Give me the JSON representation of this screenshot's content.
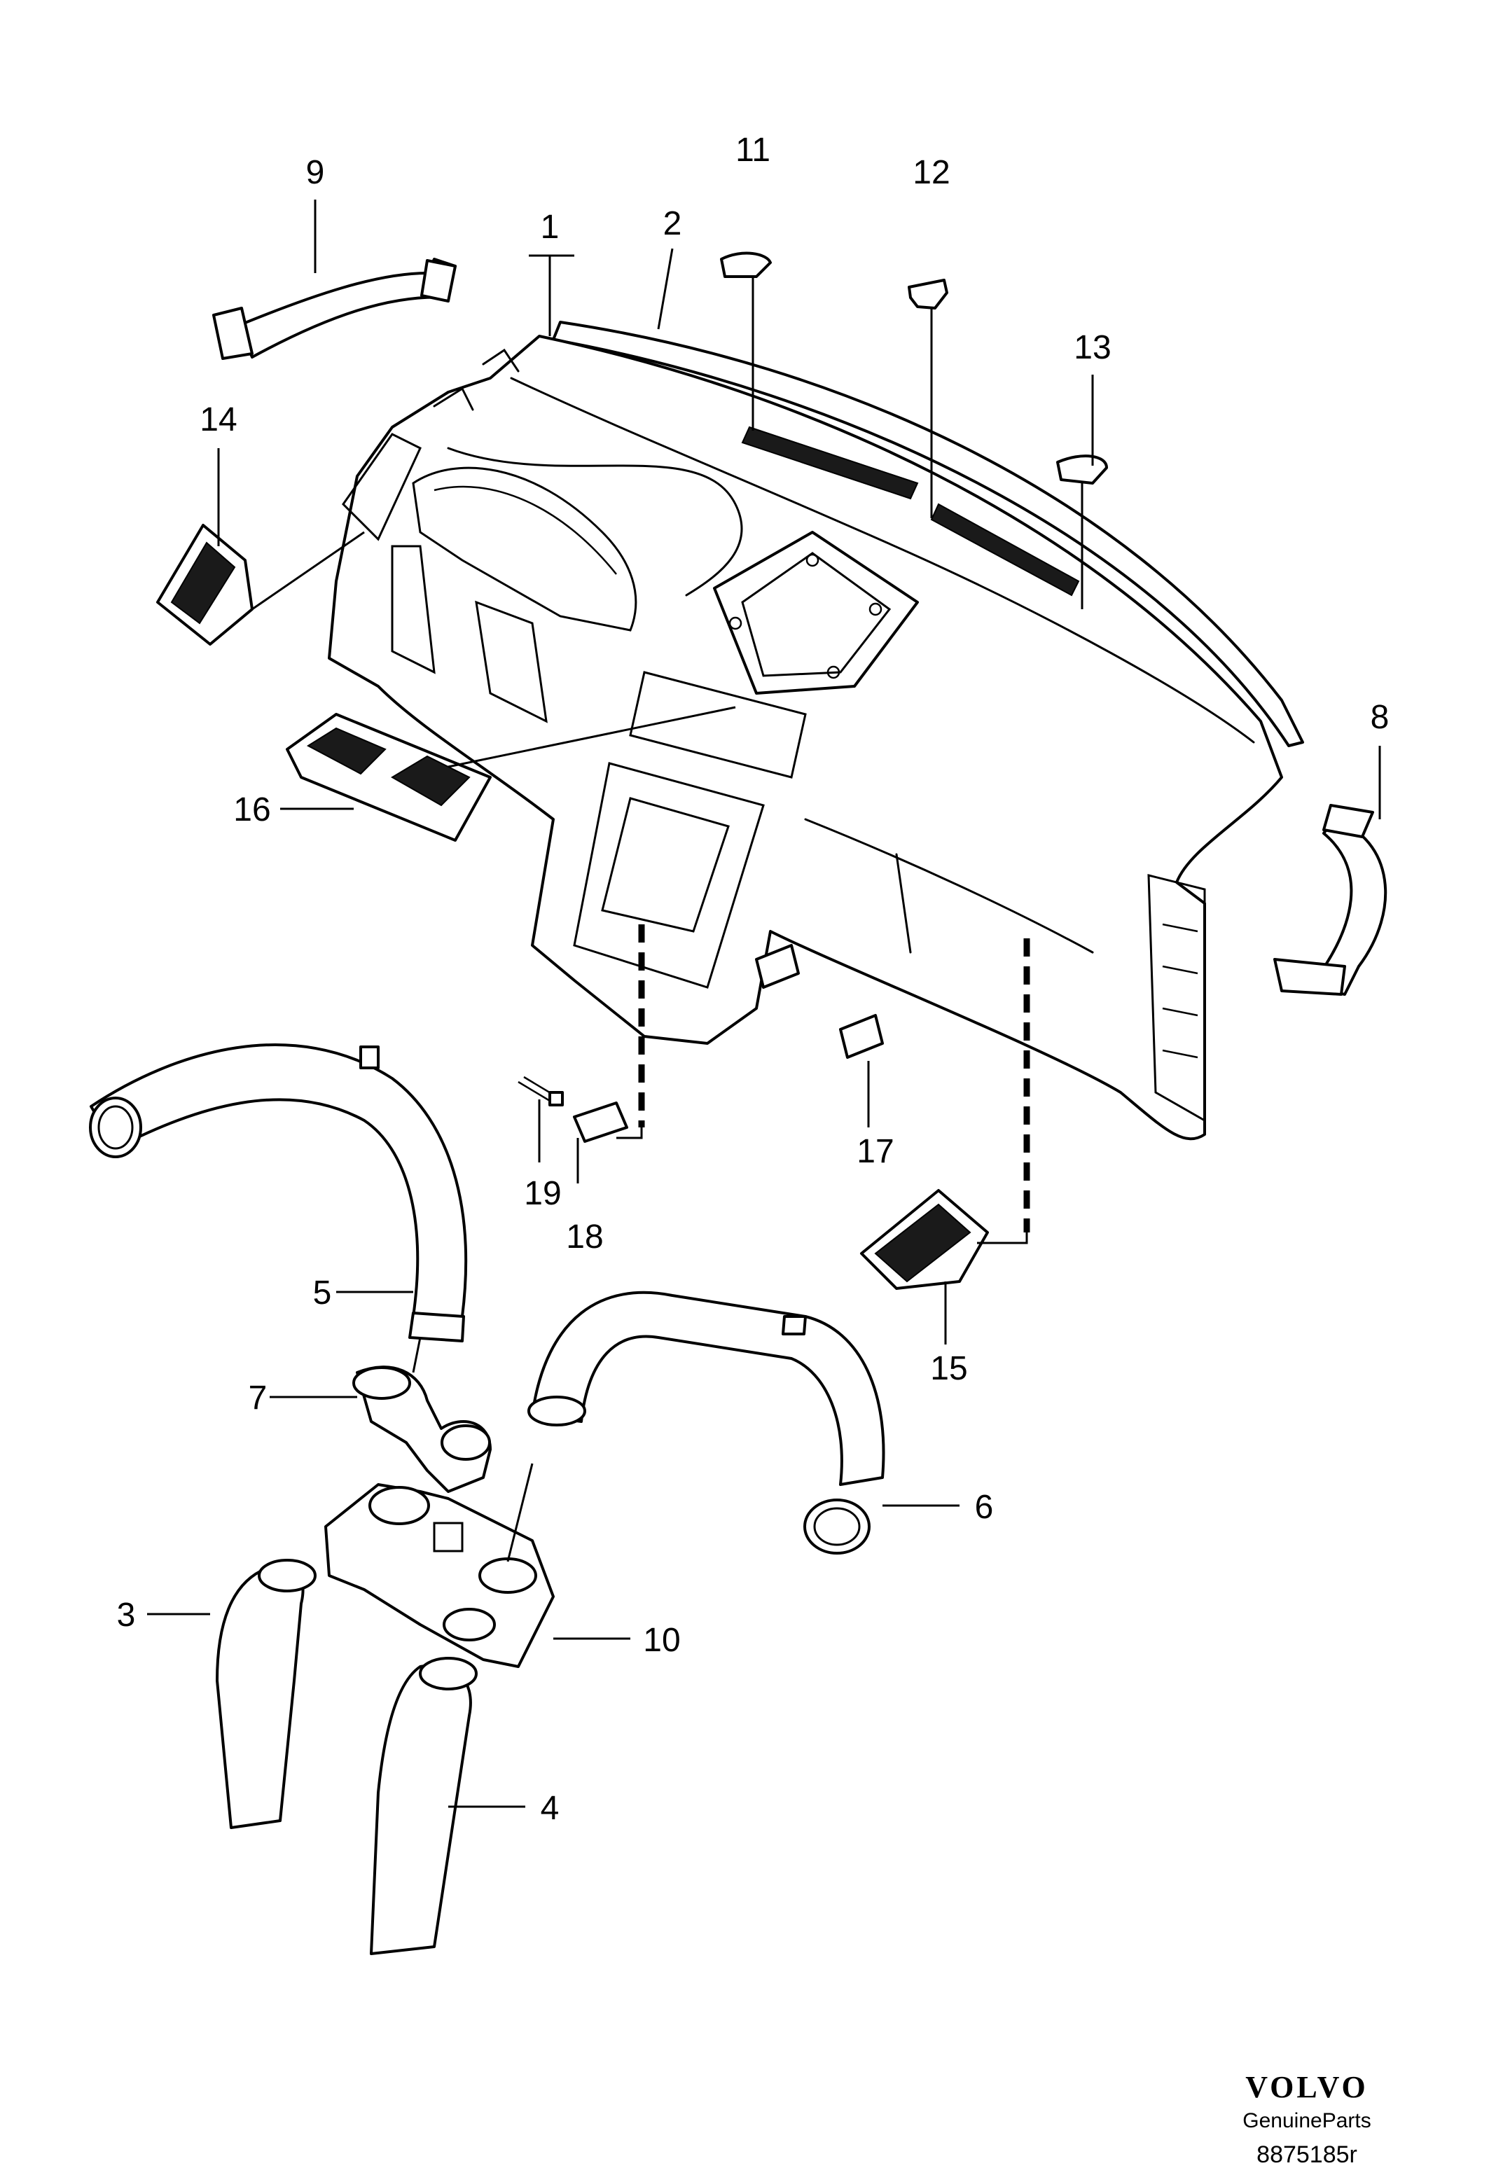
{
  "callouts": {
    "c1": "1",
    "c2": "2",
    "c3": "3",
    "c4": "4",
    "c5": "5",
    "c6": "6",
    "c7": "7",
    "c8": "8",
    "c9": "9",
    "c10": "10",
    "c11": "11",
    "c12": "12",
    "c13": "13",
    "c14": "14",
    "c15": "15",
    "c16": "16",
    "c17": "17",
    "c18": "18",
    "c19": "19"
  },
  "branding": {
    "logo_text": "VOLVO",
    "tagline": "GenuineParts",
    "reference": "8875185r"
  },
  "colors": {
    "line": "#000000",
    "background": "#ffffff"
  }
}
